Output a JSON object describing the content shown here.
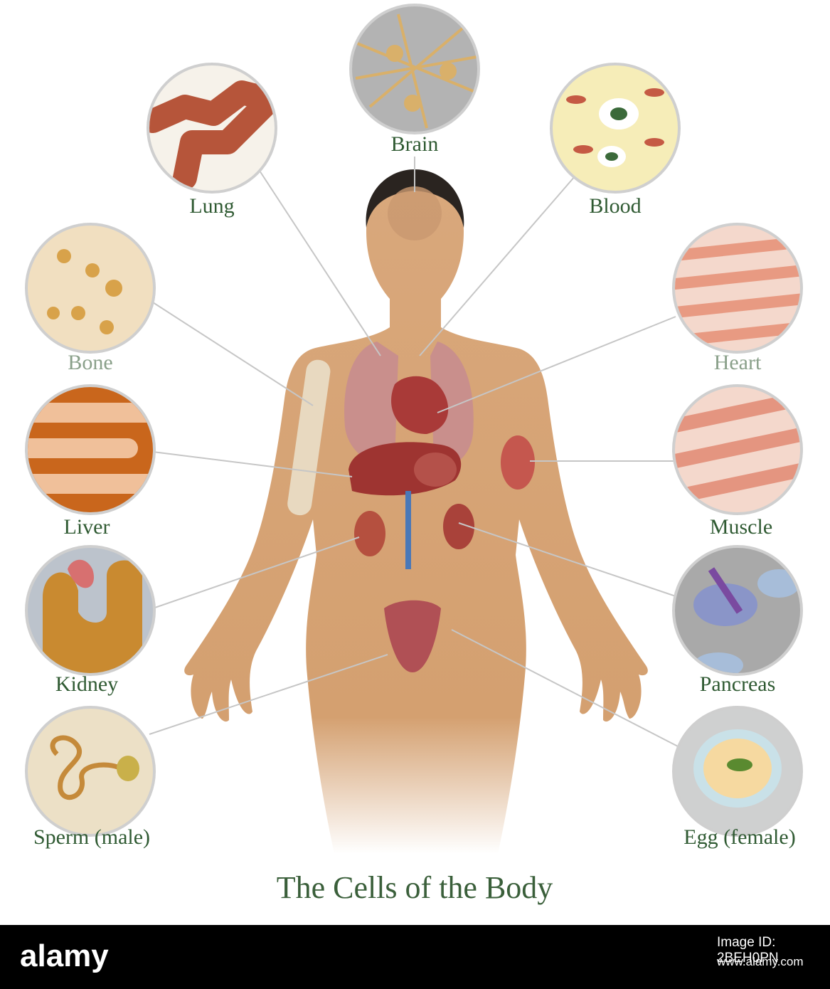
{
  "title": "The Cells of the Body",
  "labels": {
    "brain": "Brain",
    "lung": "Lung",
    "blood": "Blood",
    "bone": "Bone",
    "heart": "Heart",
    "liver": "Liver",
    "muscle": "Muscle",
    "kidney": "Kidney",
    "pancreas": "Pancreas",
    "sperm": "Sperm (male)",
    "egg": "Egg (female)"
  },
  "footer": {
    "brand": "alamy",
    "image_id_label": "Image ID: 2BEH0PN",
    "site": "www.alamy.com"
  },
  "colors": {
    "label_green": "#2f5a32",
    "skin": "#d9a679",
    "organ_red": "#a8383a",
    "circle_border": "#c8c8c8"
  }
}
